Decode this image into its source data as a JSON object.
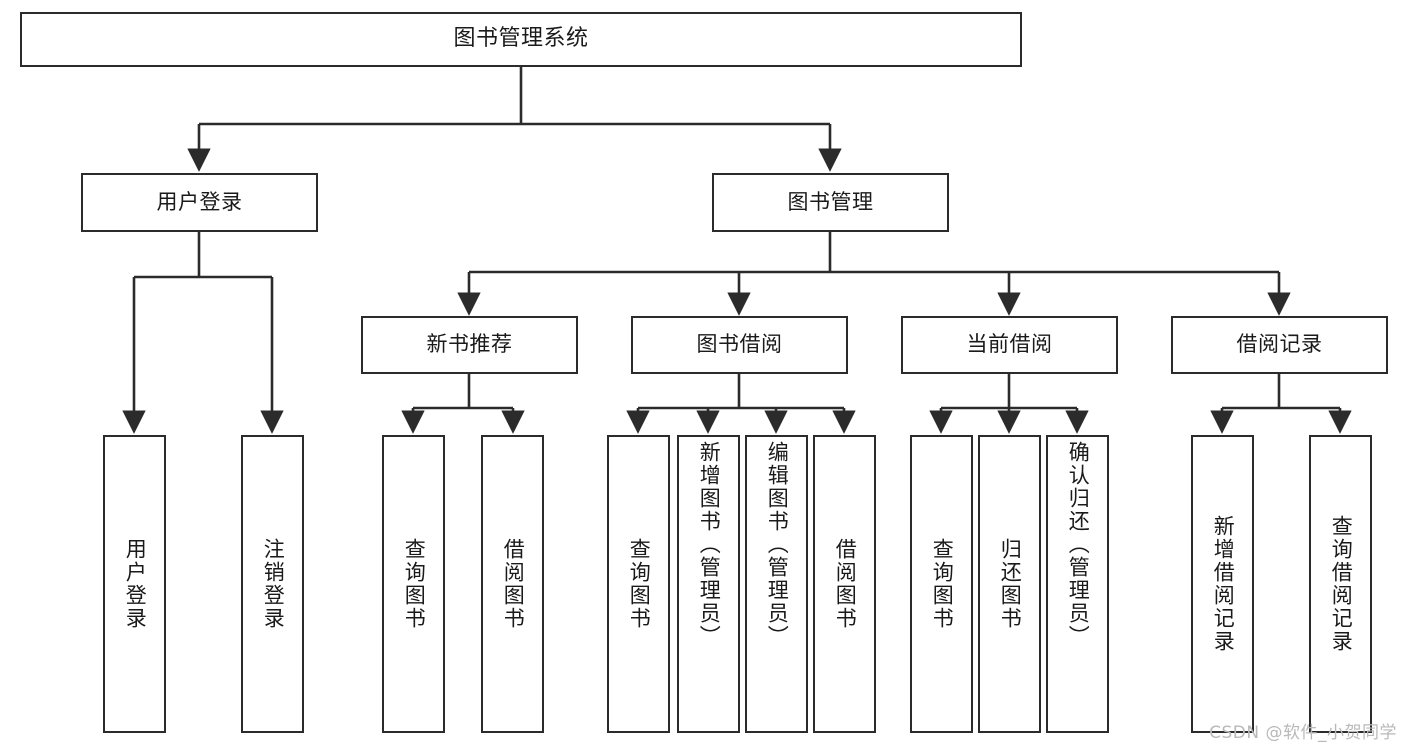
{
  "diagram": {
    "title": "图书管理系统",
    "watermark": "CSDN @软件_小贺同学",
    "style": {
      "box_border_color": "#2b2b2b",
      "box_fill_color": "#ffffff",
      "line_color": "#2b2b2b",
      "text_color": "#1a1a1a",
      "background": "#ffffff",
      "watermark_color": "#b9b9b9"
    },
    "levels": {
      "level1": [
        "图书管理系统"
      ],
      "level2": [
        "用户登录",
        "图书管理"
      ],
      "level3": [
        "新书推荐",
        "图书借阅",
        "当前借阅",
        "借阅记录"
      ],
      "level4": [
        "用户登录",
        "注销登录",
        "查询图书",
        "借阅图书",
        "查询图书",
        "新增图书（管理员）",
        "编辑图书（管理员）",
        "借阅图书",
        "查询图书",
        "归还图书",
        "确认归还（管理员）",
        "新增借阅记录",
        "查询借阅记录"
      ]
    },
    "nodes": {
      "root": {
        "label": "图书管理系统"
      },
      "user_login": {
        "label": "用户登录"
      },
      "book_manage": {
        "label": "图书管理"
      },
      "new_book_rec": {
        "label": "新书推荐"
      },
      "book_borrow": {
        "label": "图书借阅"
      },
      "current_borrow": {
        "label": "当前借阅"
      },
      "borrow_record": {
        "label": "借阅记录"
      },
      "leaf_user_login": {
        "label": "用户登录"
      },
      "leaf_logout": {
        "label": "注销登录"
      },
      "leaf_query_book_a": {
        "label": "查询图书"
      },
      "leaf_borrow_book_a": {
        "label": "借阅图书"
      },
      "leaf_query_book_b": {
        "label": "查询图书"
      },
      "leaf_add_book": {
        "label": "新增图书（管理员）"
      },
      "leaf_edit_book": {
        "label": "编辑图书（管理员）"
      },
      "leaf_borrow_book_b": {
        "label": "借阅图书"
      },
      "leaf_query_book_c": {
        "label": "查询图书"
      },
      "leaf_return_book": {
        "label": "归还图书"
      },
      "leaf_confirm_return": {
        "label": "确认归还（管理员）"
      },
      "leaf_add_record": {
        "label": "新增借阅记录"
      },
      "leaf_query_record": {
        "label": "查询借阅记录"
      }
    }
  }
}
